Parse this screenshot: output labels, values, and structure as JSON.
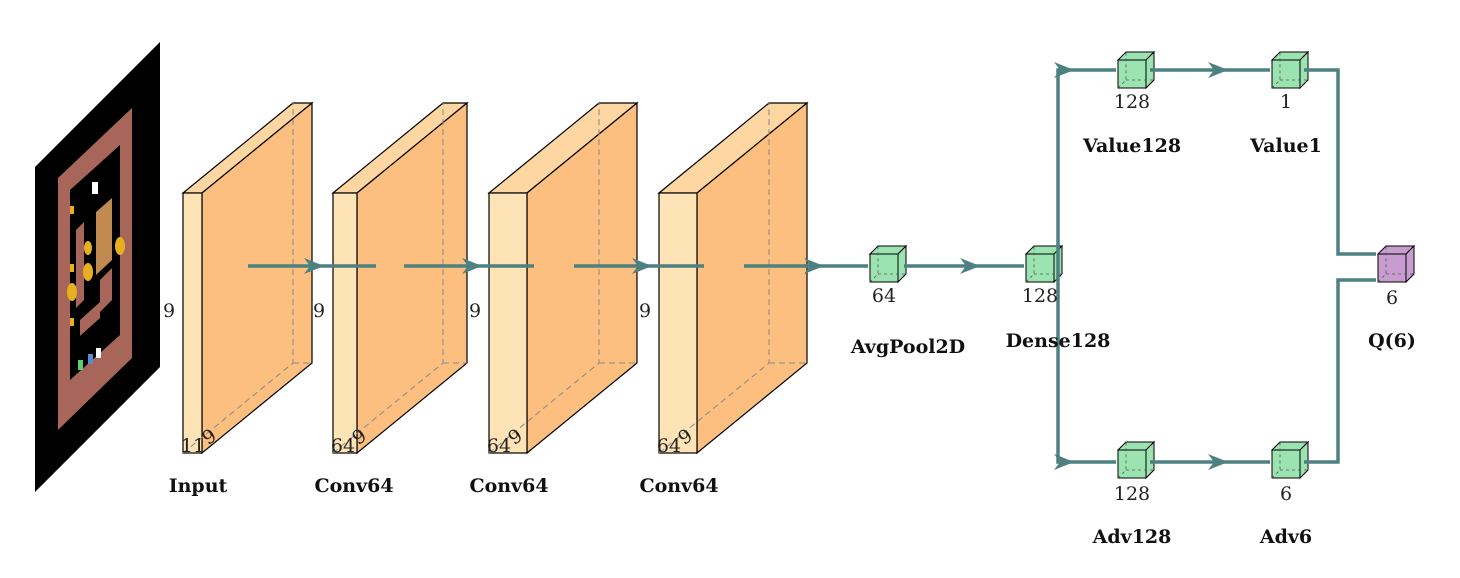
{
  "input_image": {
    "icon": "sokoban-game-board-icon",
    "colors": {
      "background": "#000000",
      "wall": "#b06a5c",
      "floor": "#000000",
      "coin": "#e8b020",
      "crate": "#c08a50"
    }
  },
  "layers": [
    {
      "id": "input",
      "name": "Input",
      "height_label": "9",
      "depth_label": "9",
      "width_label": "11"
    },
    {
      "id": "conv1",
      "name": "Conv64",
      "height_label": "9",
      "depth_label": "9",
      "width_label": "64"
    },
    {
      "id": "conv2",
      "name": "Conv64",
      "height_label": "9",
      "depth_label": "9",
      "width_label": "64"
    },
    {
      "id": "conv3",
      "name": "Conv64",
      "height_label": "9",
      "depth_label": "9",
      "width_label": "64"
    }
  ],
  "nodes": [
    {
      "id": "avgpool",
      "name": "AvgPool2D",
      "size_label": "64"
    },
    {
      "id": "dense",
      "name": "Dense128",
      "size_label": "128"
    },
    {
      "id": "value128",
      "name": "Value128",
      "size_label": "128"
    },
    {
      "id": "value1",
      "name": "Value1",
      "size_label": "1"
    },
    {
      "id": "adv128",
      "name": "Adv128",
      "size_label": "128"
    },
    {
      "id": "adv6",
      "name": "Adv6",
      "size_label": "6"
    },
    {
      "id": "q",
      "name": "Q(6)",
      "size_label": "6"
    }
  ],
  "colors": {
    "conv_front": "#fde3b6",
    "conv_face": "#fdbf80",
    "conv_top": "#fdd6a2",
    "dense_node": "#9be3b0",
    "output_node": "#c79ccf",
    "arrow": "#4d8080"
  }
}
